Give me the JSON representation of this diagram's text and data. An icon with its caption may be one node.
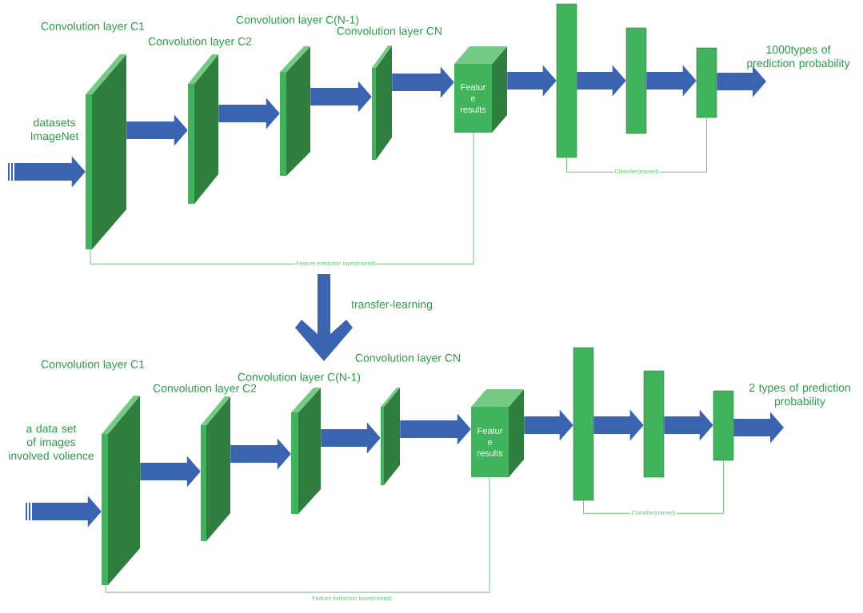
{
  "diagram": {
    "nodes": [
      {
        "text": [
          "Convolution layer C1"
        ]
      },
      {
        "text": [
          "Convolution layer C2"
        ]
      },
      {
        "text": [
          "Convolution layer C(N-1)"
        ]
      },
      {
        "text": [
          "Convolution layer CN"
        ]
      },
      {
        "text": [
          "Featur e results"
        ]
      },
      {
        "text": [],
        "shape": "bar"
      },
      {
        "text": [],
        "shape": "bar"
      },
      {
        "text": [],
        "shape": "bar"
      },
      {
        "text": [
          "1000types of prediction probability"
        ]
      },
      {
        "text": [
          "Convolution layer C1"
        ]
      },
      {
        "text": [
          "Convolution layer C2"
        ]
      },
      {
        "text": [
          "Convolution layer C(N-1)"
        ]
      },
      {
        "text": [
          "Convolution layer CN"
        ]
      },
      {
        "text": [
          "Featur e results"
        ]
      },
      {
        "text": [],
        "shape": "bar"
      },
      {
        "text": [],
        "shape": "bar"
      },
      {
        "text": [],
        "shape": "bar"
      },
      {
        "text": [
          "2 types of prediction probability"
        ]
      }
    ],
    "edges": [
      {
        "from": null,
        "to": 0,
        "arrow": "to"
      },
      {
        "from": 0,
        "to": 1,
        "arrow": "to"
      },
      {
        "from": 1,
        "to": 2,
        "arrow": "to"
      },
      {
        "from": 2,
        "to": 3,
        "arrow": "to"
      },
      {
        "from": 3,
        "to": 4,
        "arrow": "to"
      },
      {
        "from": 4,
        "to": 5,
        "arrow": "to"
      },
      {
        "from": 5,
        "to": 6,
        "arrow": "to"
      },
      {
        "from": 6,
        "to": 7,
        "arrow": "to"
      },
      {
        "from": 7,
        "to": 8,
        "arrow": "to"
      },
      {
        "from": 0,
        "to": 4,
        "arrow": "none",
        "label": "Feature extraction layer(trained)",
        "color": "#5ac46f"
      },
      {
        "from": 5,
        "to": 7,
        "arrow": "none",
        "label": "Classifier(trained)",
        "color": "#5ac46f"
      },
      {
        "from": null,
        "to": 9,
        "arrow": "to"
      },
      {
        "from": 9,
        "to": 10,
        "arrow": "to"
      },
      {
        "from": 10,
        "to": 11,
        "arrow": "to"
      },
      {
        "from": 11,
        "to": 12,
        "arrow": "to"
      },
      {
        "from": 12,
        "to": 13,
        "arrow": "to"
      },
      {
        "from": 13,
        "to": 14,
        "arrow": "to"
      },
      {
        "from": 14,
        "to": 15,
        "arrow": "to"
      },
      {
        "from": 15,
        "to": 16,
        "arrow": "to"
      },
      {
        "from": 16,
        "to": 17,
        "arrow": "to"
      },
      {
        "from": 9,
        "to": 13,
        "arrow": "none",
        "label": "Feature extraction layer(trained)",
        "color": "#5ac46f"
      },
      {
        "from": 14,
        "to": 16,
        "arrow": "none",
        "label": "Classifier(trained)",
        "color": "#5ac46f"
      }
    ],
    "labels": [
      "datasets ImageNet",
      "transfer-learning",
      "a data set of images involved volience"
    ]
  }
}
